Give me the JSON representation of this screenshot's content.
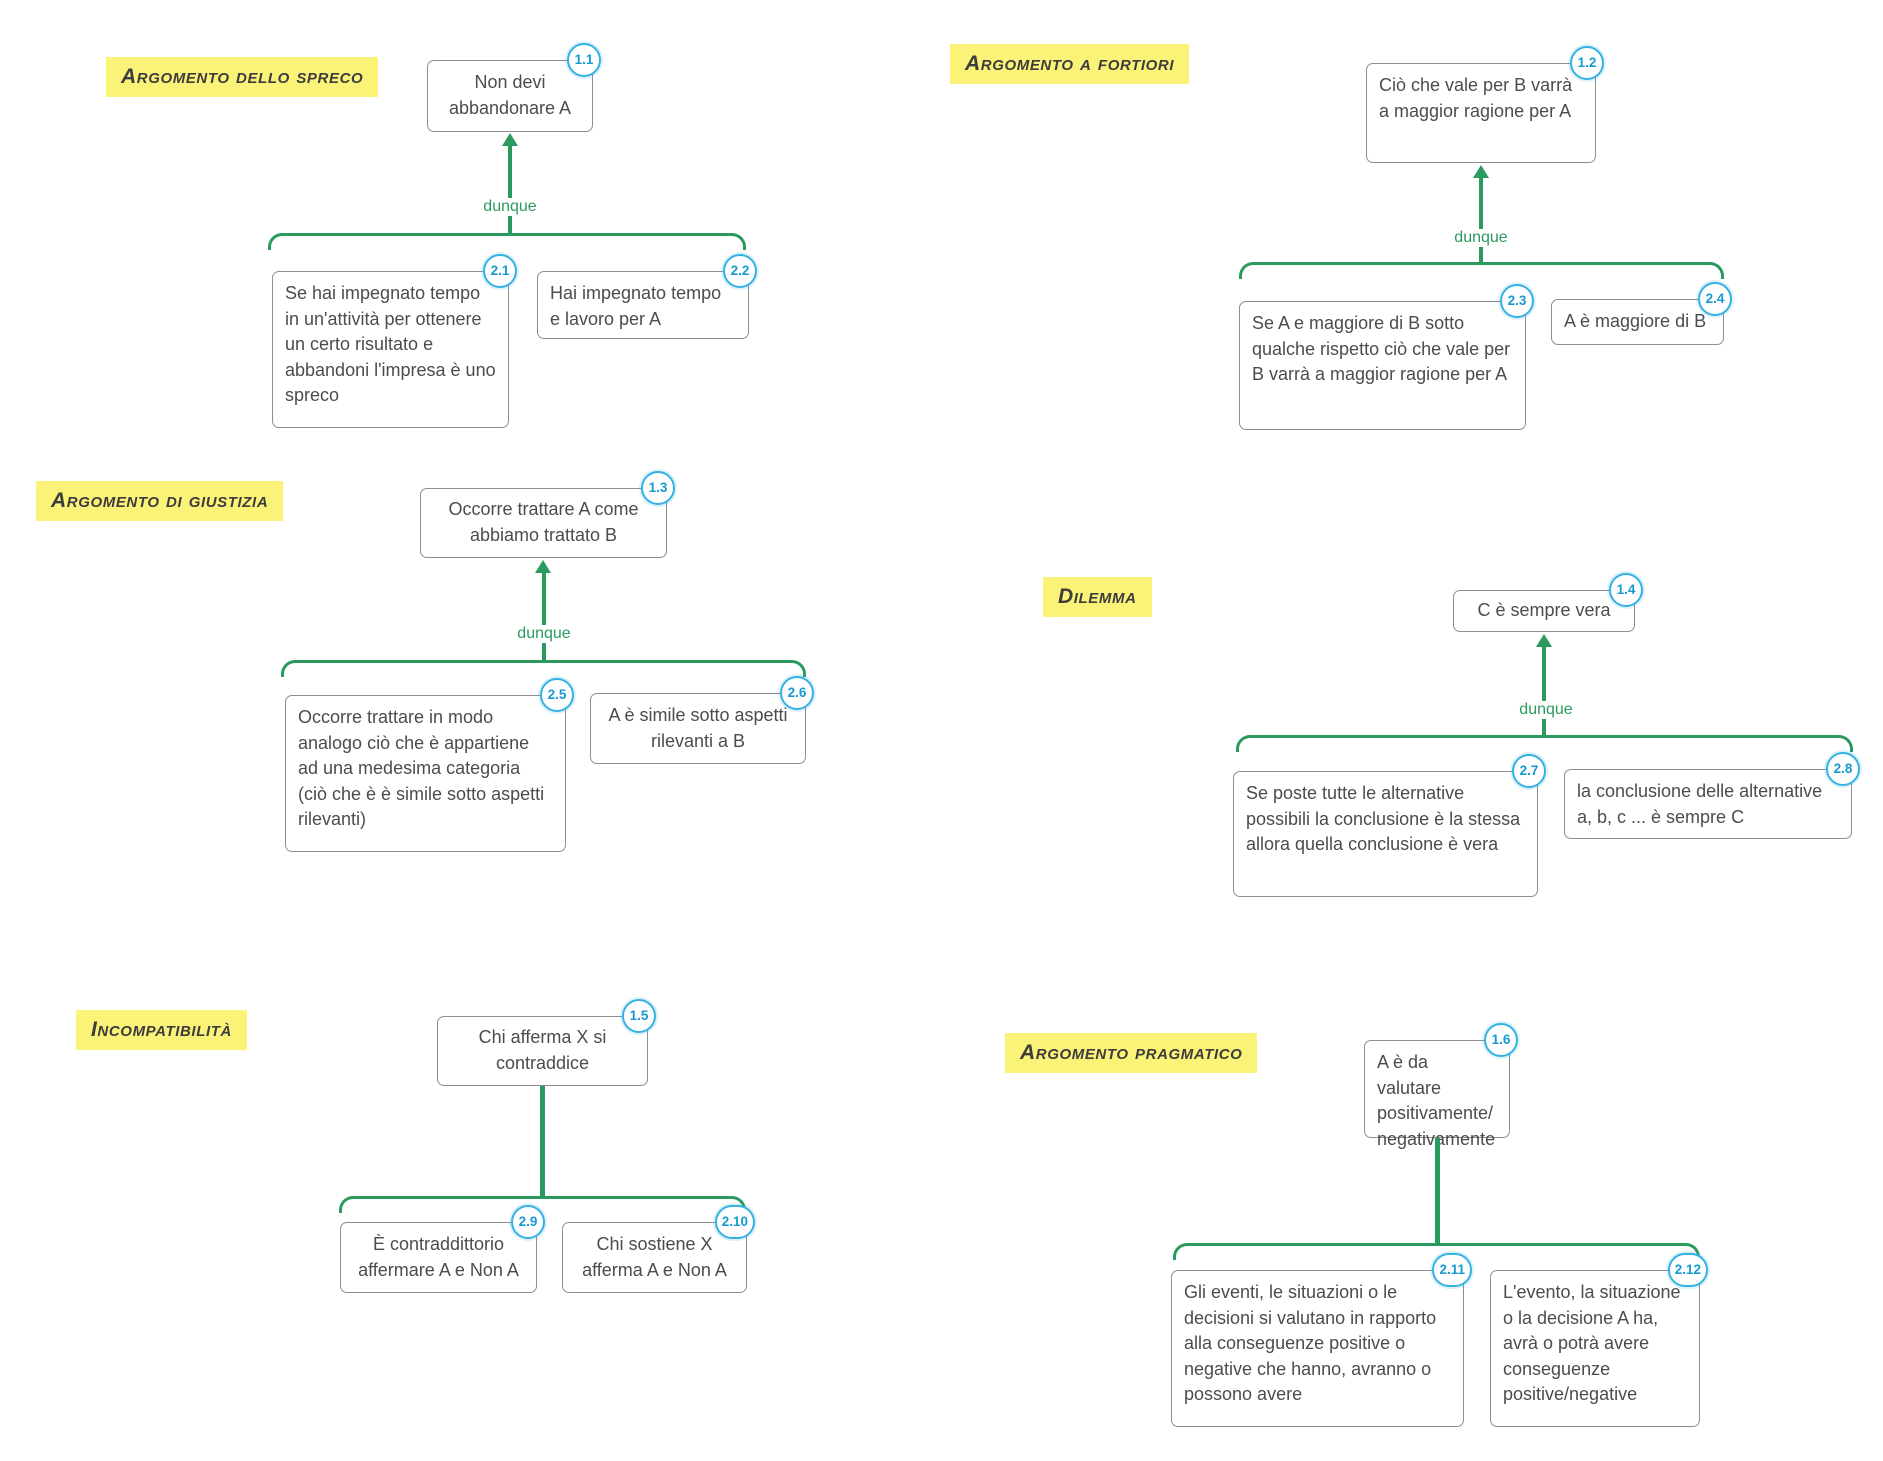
{
  "colors": {
    "connector_green": "#2b9a5e",
    "badge_blue": "#35b2e2",
    "label_yellow": "#fbf377"
  },
  "diagrams": [
    {
      "title": "Argomento dello spreco",
      "connector": "dunque",
      "conclusion": {
        "id": "1.1",
        "text": "Non devi abbandonare A"
      },
      "premises": [
        {
          "id": "2.1",
          "text": "Se hai impegnato tempo in un'attività per ottenere un certo risultato e abbandoni l'impresa è uno spreco"
        },
        {
          "id": "2.2",
          "text": "Hai impegnato tempo e lavoro per A"
        }
      ]
    },
    {
      "title": "Argomento a fortiori",
      "connector": "dunque",
      "conclusion": {
        "id": "1.2",
        "text": "Ciò che vale per B varrà a maggior ragione per A"
      },
      "premises": [
        {
          "id": "2.3",
          "text": "Se A e maggiore di B sotto qualche rispetto ciò che vale per B varrà a maggior ragione per A"
        },
        {
          "id": "2.4",
          "text": "A è maggiore di B"
        }
      ]
    },
    {
      "title": "Argomento di giustizia",
      "connector": "dunque",
      "conclusion": {
        "id": "1.3",
        "text": "Occorre trattare A come abbiamo trattato B"
      },
      "premises": [
        {
          "id": "2.5",
          "text": "Occorre trattare in modo analogo ciò che è appartiene ad una medesima categoria (ciò che è è simile sotto aspetti rilevanti)"
        },
        {
          "id": "2.6",
          "text": "A è simile sotto aspetti rilevanti a B"
        }
      ]
    },
    {
      "title": "Dilemma",
      "connector": "dunque",
      "conclusion": {
        "id": "1.4",
        "text": "C è sempre vera"
      },
      "premises": [
        {
          "id": "2.7",
          "text": "Se poste tutte le alternative possibili la conclusione è la stessa allora quella conclusione è vera"
        },
        {
          "id": "2.8",
          "text": "la conclusione delle alternative a, b, c ... è sempre C"
        }
      ]
    },
    {
      "title": "Incompatibilità",
      "conclusion": {
        "id": "1.5",
        "text": "Chi afferma X si contraddice"
      },
      "premises": [
        {
          "id": "2.9",
          "text": "È contraddittorio affermare A e Non A"
        },
        {
          "id": "2.10",
          "text": "Chi sostiene X afferma A e Non A"
        }
      ]
    },
    {
      "title": "Argomento pragmatico",
      "conclusion": {
        "id": "1.6",
        "text": "A è da valutare positivamente/ negativamente"
      },
      "premises": [
        {
          "id": "2.11",
          "text": "Gli eventi, le situazioni o le decisioni si valutano in rapporto alla conseguenze positive o negative che hanno, avranno o possono avere"
        },
        {
          "id": "2.12",
          "text": "L'evento, la situazione o la decisione A ha, avrà o potrà avere conseguenze positive/negative"
        }
      ]
    }
  ]
}
